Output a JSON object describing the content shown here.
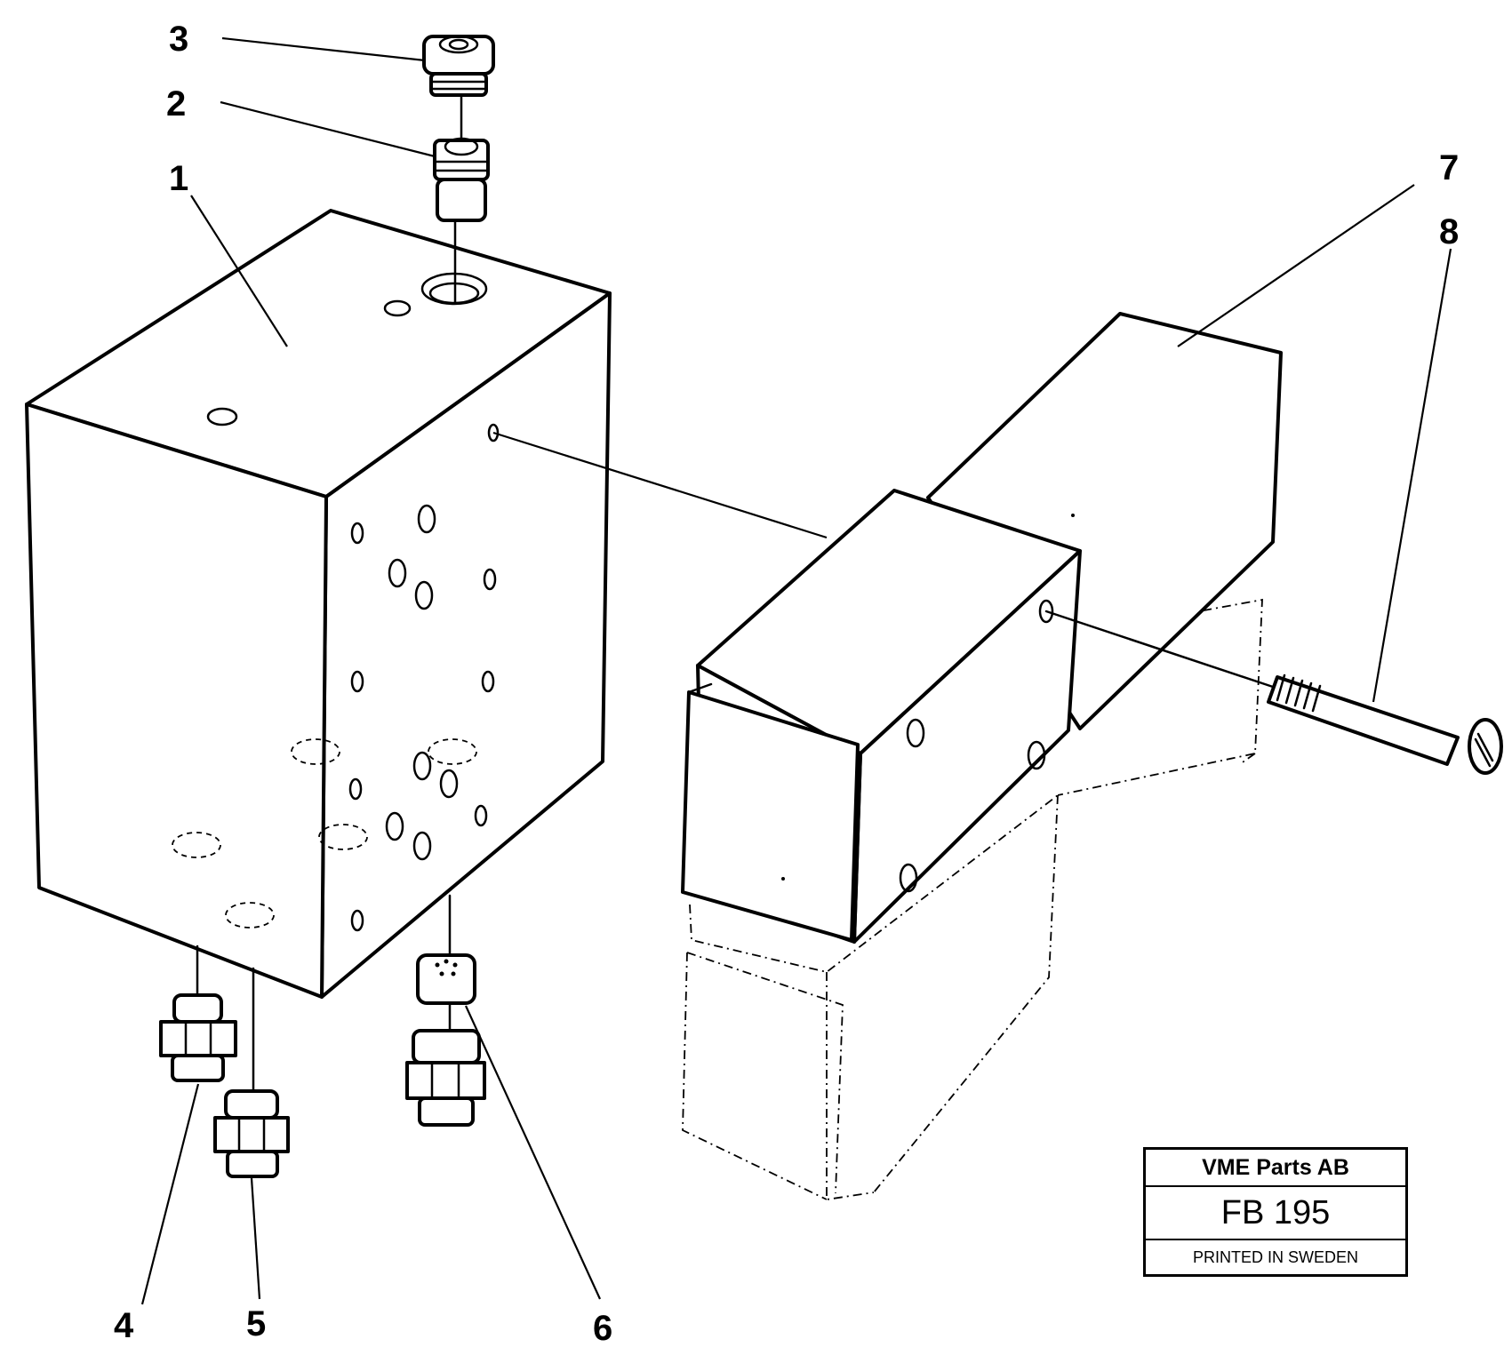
{
  "callouts": [
    {
      "id": "1",
      "label": "1"
    },
    {
      "id": "2",
      "label": "2"
    },
    {
      "id": "3",
      "label": "3"
    },
    {
      "id": "4",
      "label": "4"
    },
    {
      "id": "5",
      "label": "5"
    },
    {
      "id": "6",
      "label": "6"
    },
    {
      "id": "7",
      "label": "7"
    },
    {
      "id": "8",
      "label": "8"
    }
  ],
  "title_block": {
    "company": "VME Parts AB",
    "code": "FB 195",
    "printed": "PRINTED IN SWEDEN"
  }
}
